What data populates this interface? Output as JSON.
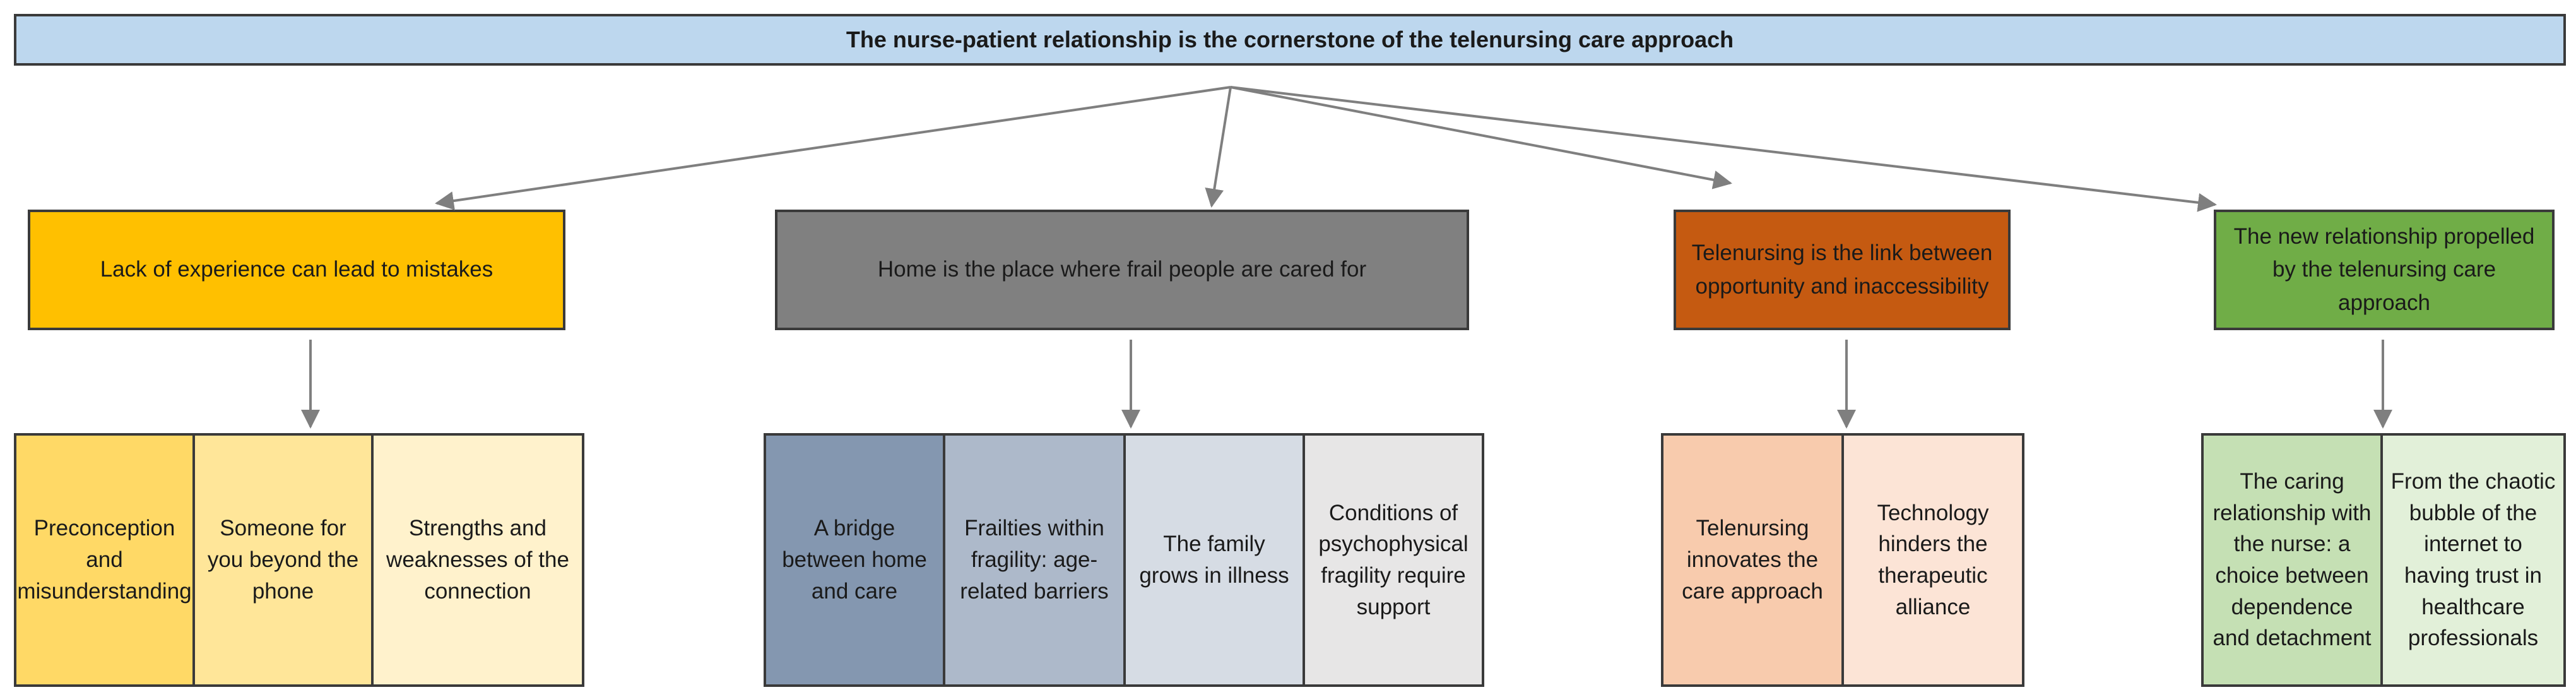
{
  "root": {
    "text": "The nurse-patient relationship is the cornerstone of the telenursing care approach"
  },
  "themes": [
    {
      "label": "Lack of experience can lead to mistakes",
      "color": "#ffc000",
      "subthemes": [
        {
          "label": "Preconception and misunderstanding",
          "color": "#ffd966"
        },
        {
          "label": "Someone for you beyond the phone",
          "color": "#ffe699"
        },
        {
          "label": "Strengths and weaknesses of the connection",
          "color": "#fff2cc"
        }
      ]
    },
    {
      "label": "Home is the place where frail people are cared for",
      "color": "#808080",
      "subthemes": [
        {
          "label": "A bridge between home and care",
          "color": "#8497b0"
        },
        {
          "label": "Frailties within fragility: age-related barriers",
          "color": "#adb9ca"
        },
        {
          "label": "The family grows in illness",
          "color": "#d6dce4"
        },
        {
          "label": "Conditions of psychophysical fragility require support",
          "color": "#e7e6e6"
        }
      ]
    },
    {
      "label": "Telenursing is the link between opportunity and inaccessibility",
      "color": "#c55a11",
      "subthemes": [
        {
          "label": "Telenursing innovates the care approach",
          "color": "#f8cbad"
        },
        {
          "label": "Technology hinders the therapeutic alliance",
          "color": "#fce4d6"
        }
      ]
    },
    {
      "label": "The new relationship propelled by the telenursing care approach",
      "color": "#70ad47",
      "subthemes": [
        {
          "label": "The caring relationship with the nurse: a choice between dependence and detachment",
          "color": "#c5e0b4"
        },
        {
          "label": "From the chaotic bubble of the internet to having trust in healthcare professionals",
          "color": "#e2f0d9"
        }
      ]
    }
  ]
}
